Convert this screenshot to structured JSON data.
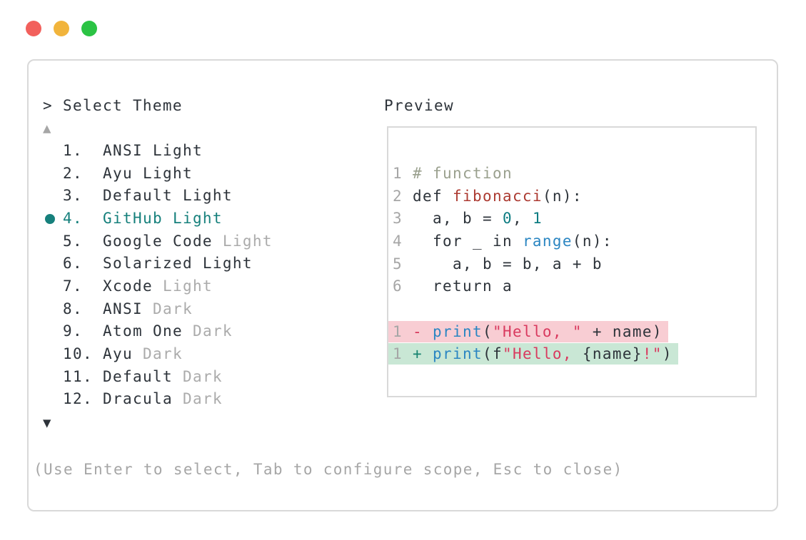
{
  "palette": {
    "text": "#2d333a",
    "gray": "#a6a6a6",
    "dim": "#ababab",
    "comment": "#9aa08e",
    "function": "#ac3a31",
    "number": "#0d7c82",
    "builtin": "#2b86c2",
    "string": "#d93a5f",
    "removed": "#d6365a",
    "added": "#16836f",
    "selected": "#16807c",
    "removed_bg": "#f8cdd3",
    "added_bg": "#c9e7d5",
    "border": "#d9d9d9",
    "traffic_red": "#f2605c",
    "traffic_yellow": "#f1b43c",
    "traffic_green": "#2bc344"
  },
  "window_controls": [
    {
      "name": "close",
      "color": "traffic_red"
    },
    {
      "name": "minimize",
      "color": "traffic_yellow"
    },
    {
      "name": "zoom",
      "color": "traffic_green"
    }
  ],
  "selector": {
    "prompt": "> Select Theme",
    "scroll_up": "▲",
    "scroll_down": "▼",
    "hint": "(Use Enter to select, Tab to configure scope, Esc to close)",
    "items": [
      {
        "num": "1.",
        "selected": false,
        "parts": [
          {
            "text": "ANSI Light",
            "color": "text"
          }
        ]
      },
      {
        "num": "2.",
        "selected": false,
        "parts": [
          {
            "text": "Ayu Light",
            "color": "text"
          }
        ]
      },
      {
        "num": "3.",
        "selected": false,
        "parts": [
          {
            "text": "Default Light",
            "color": "text"
          }
        ]
      },
      {
        "num": "4.",
        "selected": true,
        "parts": [
          {
            "text": "GitHub Light",
            "color": "selected"
          }
        ]
      },
      {
        "num": "5.",
        "selected": false,
        "parts": [
          {
            "text": "Google Code ",
            "color": "text"
          },
          {
            "text": "Light",
            "color": "dim"
          }
        ]
      },
      {
        "num": "6.",
        "selected": false,
        "parts": [
          {
            "text": "Solarized Light",
            "color": "text"
          }
        ]
      },
      {
        "num": "7.",
        "selected": false,
        "parts": [
          {
            "text": "Xcode ",
            "color": "text"
          },
          {
            "text": "Light",
            "color": "dim"
          }
        ]
      },
      {
        "num": "8.",
        "selected": false,
        "parts": [
          {
            "text": "ANSI ",
            "color": "text"
          },
          {
            "text": "Dark",
            "color": "dim"
          }
        ]
      },
      {
        "num": "9.",
        "selected": false,
        "parts": [
          {
            "text": "Atom One ",
            "color": "text"
          },
          {
            "text": "Dark",
            "color": "dim"
          }
        ]
      },
      {
        "num": "10.",
        "selected": false,
        "parts": [
          {
            "text": "Ayu ",
            "color": "text"
          },
          {
            "text": "Dark",
            "color": "dim"
          }
        ]
      },
      {
        "num": "11.",
        "selected": false,
        "parts": [
          {
            "text": "Default ",
            "color": "text"
          },
          {
            "text": "Dark",
            "color": "dim"
          }
        ]
      },
      {
        "num": "12.",
        "selected": false,
        "parts": [
          {
            "text": "Dracula ",
            "color": "text"
          },
          {
            "text": "Dark",
            "color": "dim"
          }
        ]
      }
    ]
  },
  "preview": {
    "label": "Preview",
    "code_lines": [
      {
        "num": "1",
        "tokens": [
          {
            "text": "# function",
            "color": "comment"
          }
        ]
      },
      {
        "num": "2",
        "tokens": [
          {
            "text": "def ",
            "color": "text"
          },
          {
            "text": "fibonacci",
            "color": "function"
          },
          {
            "text": "(n):",
            "color": "text"
          }
        ]
      },
      {
        "num": "3",
        "tokens": [
          {
            "text": "  a, b = ",
            "color": "text"
          },
          {
            "text": "0",
            "color": "number"
          },
          {
            "text": ", ",
            "color": "text"
          },
          {
            "text": "1",
            "color": "number"
          }
        ]
      },
      {
        "num": "4",
        "tokens": [
          {
            "text": "  for _ in ",
            "color": "text"
          },
          {
            "text": "range",
            "color": "builtin"
          },
          {
            "text": "(n):",
            "color": "text"
          }
        ]
      },
      {
        "num": "5",
        "tokens": [
          {
            "text": "    a, b = b, a + b",
            "color": "text"
          }
        ]
      },
      {
        "num": "6",
        "tokens": [
          {
            "text": "  return a",
            "color": "text"
          }
        ]
      }
    ],
    "diff_lines": [
      {
        "num": "1",
        "bg": "removed_bg",
        "kind": "removed",
        "tokens": [
          {
            "text": "- ",
            "color": "removed"
          },
          {
            "text": "print",
            "color": "builtin"
          },
          {
            "text": "(",
            "color": "text"
          },
          {
            "text": "\"Hello, \"",
            "color": "string"
          },
          {
            "text": " + name)",
            "color": "text"
          }
        ]
      },
      {
        "num": "1",
        "bg": "added_bg",
        "kind": "added",
        "tokens": [
          {
            "text": "+ ",
            "color": "added"
          },
          {
            "text": "print",
            "color": "builtin"
          },
          {
            "text": "(f",
            "color": "text"
          },
          {
            "text": "\"Hello, ",
            "color": "string"
          },
          {
            "text": "{name}",
            "color": "text"
          },
          {
            "text": "!\"",
            "color": "string"
          },
          {
            "text": ")",
            "color": "text"
          }
        ]
      }
    ]
  }
}
